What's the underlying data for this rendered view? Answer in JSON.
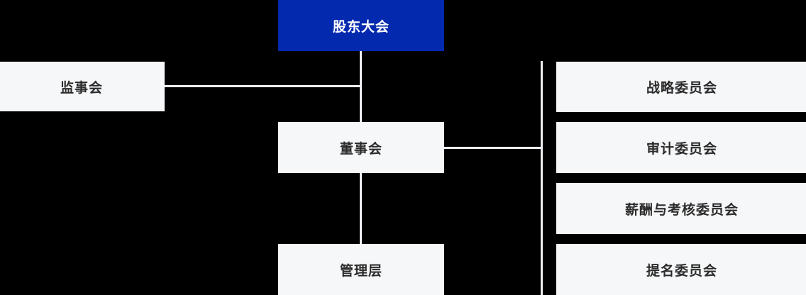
{
  "chart": {
    "type": "org-chart",
    "title": "",
    "colors": {
      "background": "#000000",
      "node_primary_bg": "#0329ae",
      "node_primary_text": "#ffffff",
      "node_light_bg": "#f6f7f9",
      "node_light_text": "#2b2b2b",
      "connector": "#eceef1"
    },
    "nodes": {
      "shareholders_meeting": "股东大会",
      "board_of_supervisors": "监事会",
      "board_of_directors": "董事会",
      "management": "管理层",
      "strategy_committee": "战略委员会",
      "audit_committee": "审计委员会",
      "compensation_committee": "薪酬与考核委员会",
      "nomination_committee": "提名委员会"
    },
    "edges": [
      {
        "from": "股东大会",
        "to": "董事会"
      },
      {
        "from": "股东大会",
        "to": "监事会"
      },
      {
        "from": "董事会",
        "to": "管理层"
      },
      {
        "from": "董事会",
        "to": "战略委员会"
      },
      {
        "from": "董事会",
        "to": "审计委员会"
      },
      {
        "from": "董事会",
        "to": "薪酬与考核委员会"
      },
      {
        "from": "董事会",
        "to": "提名委员会"
      }
    ]
  }
}
